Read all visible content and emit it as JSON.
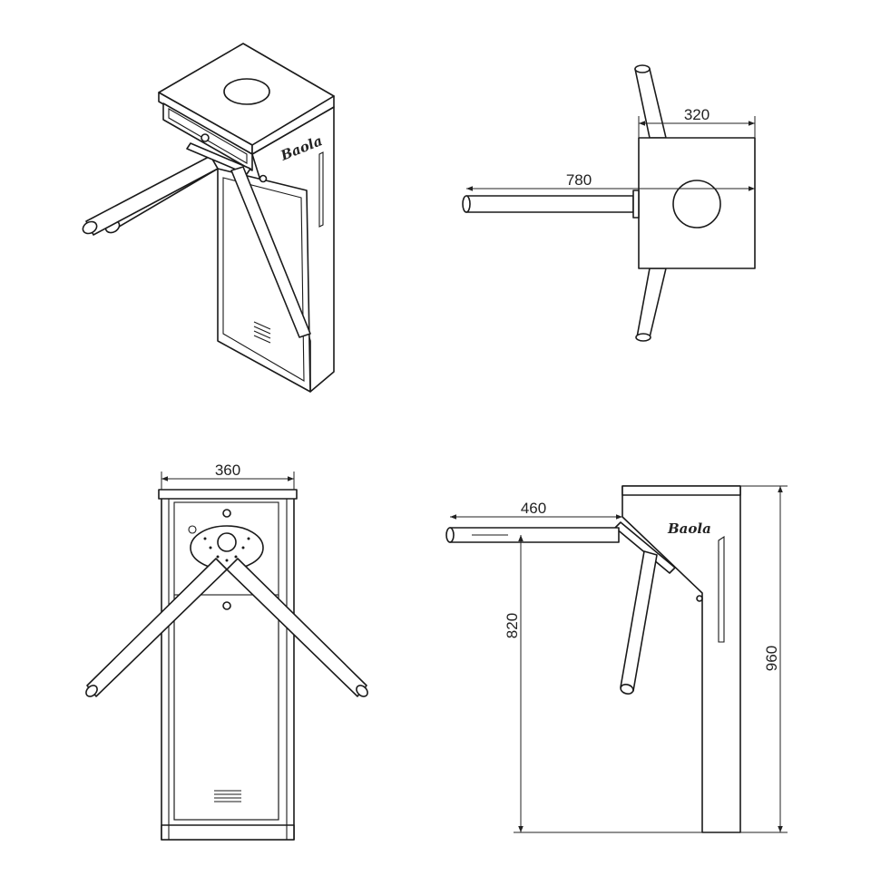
{
  "brand": {
    "logo_text": "Baola"
  },
  "dimensions": {
    "top_width": "320",
    "top_arm": "780",
    "front_width": "360",
    "side_arm": "460",
    "side_arm_height": "820",
    "total_height": "960"
  }
}
